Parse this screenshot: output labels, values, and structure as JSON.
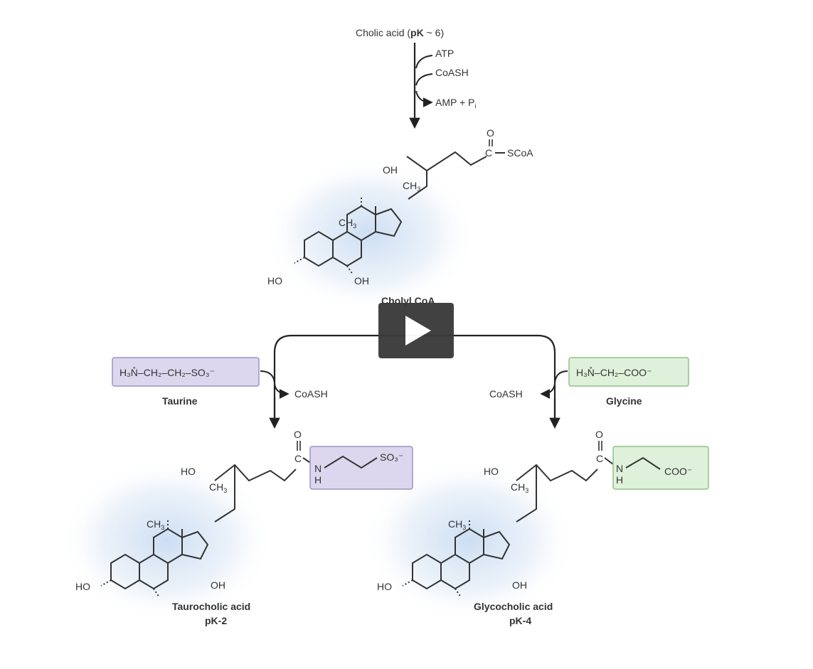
{
  "top": {
    "cholic_prefix": "Cholic acid (",
    "cholic_pk": "pK",
    "cholic_suffix": " ~ 6)",
    "atp": "ATP",
    "coash": "CoASH",
    "amp_pi": "AMP + P",
    "pi_sub": "i"
  },
  "cholyl": {
    "name": "Cholyl CoA",
    "sidechain": "SCoA",
    "c": "C",
    "o": "O",
    "oh": "OH",
    "ho": "HO",
    "ch3": "CH",
    "sub3": "3"
  },
  "taurine": {
    "formula": "H₃N̊–CH₂–CH₂–SO₃⁻",
    "name": "Taurine",
    "coash": "CoASH"
  },
  "glycine": {
    "formula": "H₃N̊–CH₂–COO⁻",
    "name": "Glycine",
    "coash": "CoASH"
  },
  "taurocholic": {
    "name": "Taurocholic acid",
    "pk": "pK-2",
    "n": "N",
    "h": "H",
    "so3": "SO₃⁻"
  },
  "glycocholic": {
    "name": "Glycocholic acid",
    "pk": "pK-4",
    "n": "N",
    "h": "H",
    "coo": "COO⁻"
  },
  "colors": {
    "taurine_box": "#dcd7ee",
    "taurine_border": "#9c93c4",
    "glycine_box": "#dff1da",
    "glycine_border": "#8fc386",
    "glow": "#cfe0f3",
    "ink": "#333333",
    "play_bg": "#3a3a3a"
  },
  "icons": {
    "play": "play-icon"
  }
}
